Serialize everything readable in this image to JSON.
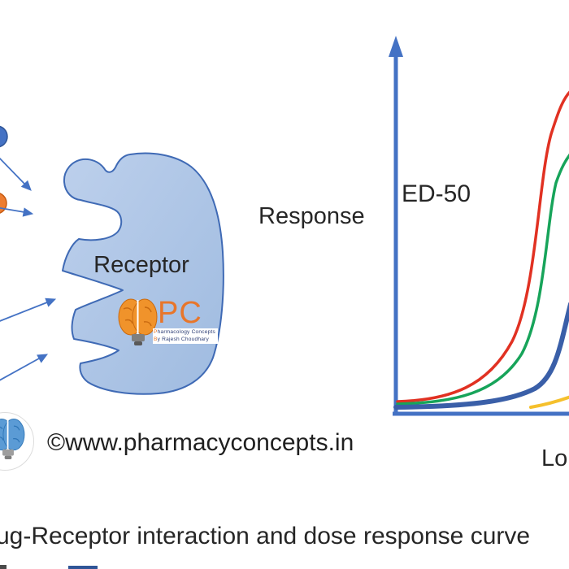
{
  "labels": {
    "receptor": "Receptor",
    "response": "Response",
    "ed50": "ED-50",
    "x_axis_partial": "Lo",
    "caption": "ug-Receptor interaction and dose response curve",
    "watermark": "©www.pharmacyconcepts.in"
  },
  "logo": {
    "initials": "PC",
    "tagline_line1": "Pharmacology Concepts",
    "tagline_line2": "By Rajesh Choudhary"
  },
  "diagram": {
    "molecule_colors": {
      "blue": "#4472c4",
      "orange": "#ed7d31"
    },
    "receptor_fill": "#aec6e8",
    "receptor_stroke": "#3f6ab5",
    "arrow_color": "#4472c4",
    "arrow_count": 4
  },
  "chart_data": {
    "type": "line",
    "title": "",
    "y_axis_label": "Response",
    "x_axis_label_visible": "Lo",
    "annotation": "ED-50",
    "axis_color": "#4472c4",
    "gridlines": false,
    "tick_labels": "none",
    "series": [
      {
        "name": "red-curve",
        "color": "#e13122",
        "shape": "sigmoid, leftmost and highest"
      },
      {
        "name": "green-curve",
        "color": "#17a45a",
        "shape": "sigmoid, second from left"
      },
      {
        "name": "blue-curve",
        "color": "#3a5fa8",
        "shape": "sigmoid, rising at right edge, thick"
      },
      {
        "name": "yellow-curve",
        "color": "#f5c02c",
        "shape": "shallow low segment at bottom right"
      }
    ]
  }
}
